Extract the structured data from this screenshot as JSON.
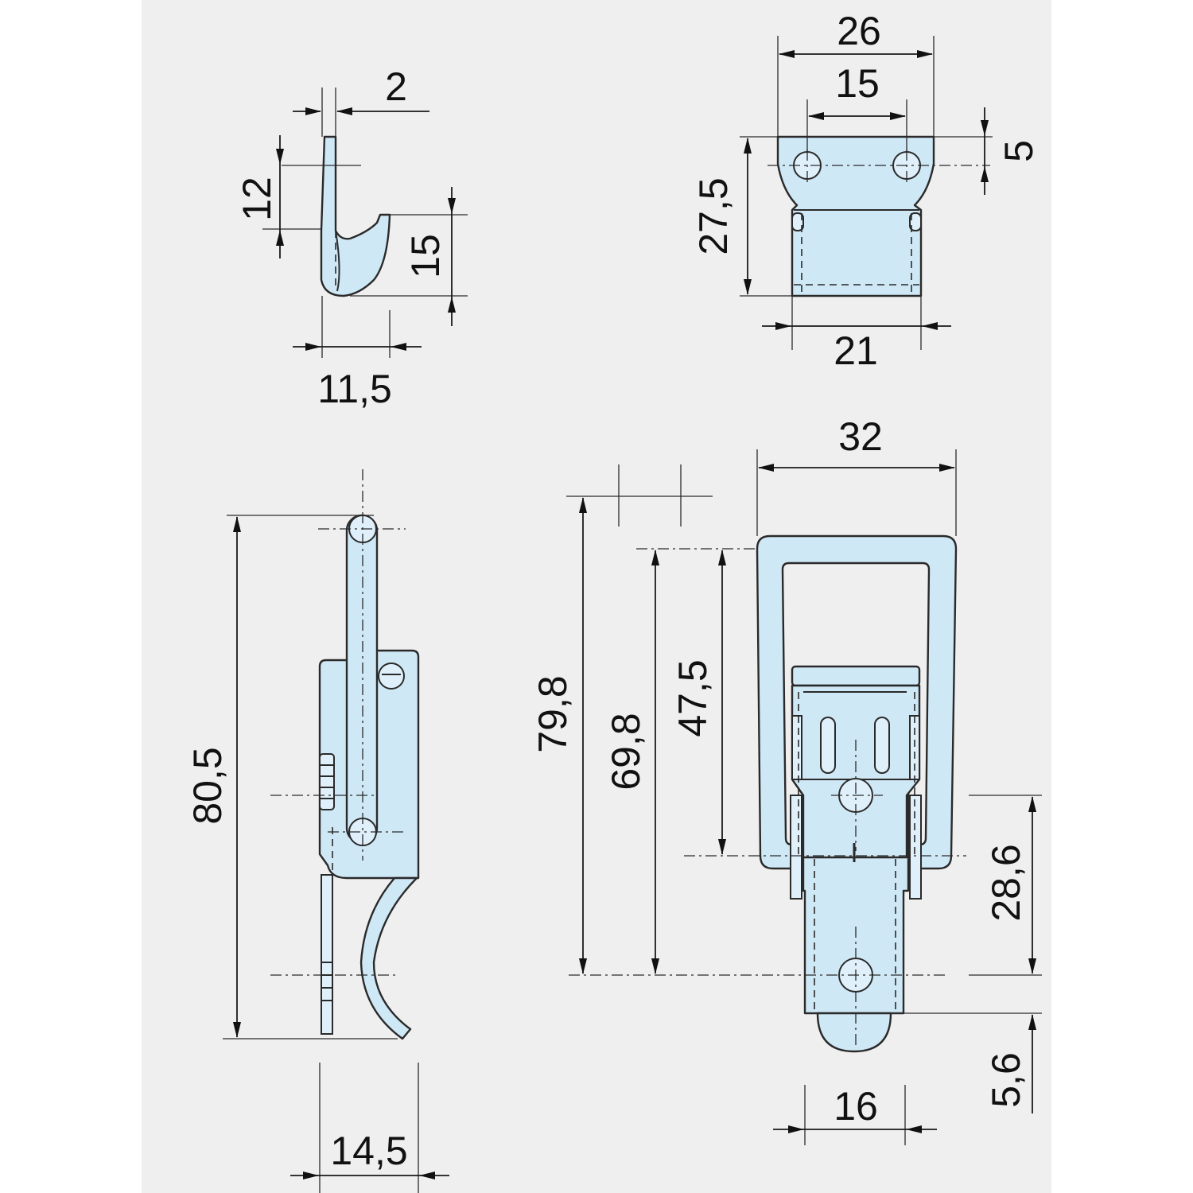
{
  "colors": {
    "part_fill": "#cfe8f6",
    "outline": "#2a2a2a",
    "paper": "#efefef"
  },
  "views": {
    "hook_side": {
      "thickness": "2",
      "height_top": "12",
      "hook_depth": "15",
      "width": "11,5"
    },
    "hook_front": {
      "overall_width": "26",
      "hole_spacing": "15",
      "hole_offset": "5",
      "height": "27,5",
      "base_width": "21"
    },
    "latch_side": {
      "length": "80,5",
      "depth": "14,5"
    },
    "latch_front": {
      "frame_width": "32",
      "total_height": "79,8",
      "hole_to_top": "69,8",
      "frame_height": "47,5",
      "hole_spacing": "28,6",
      "tip": "5,6",
      "plate_width": "16"
    }
  }
}
